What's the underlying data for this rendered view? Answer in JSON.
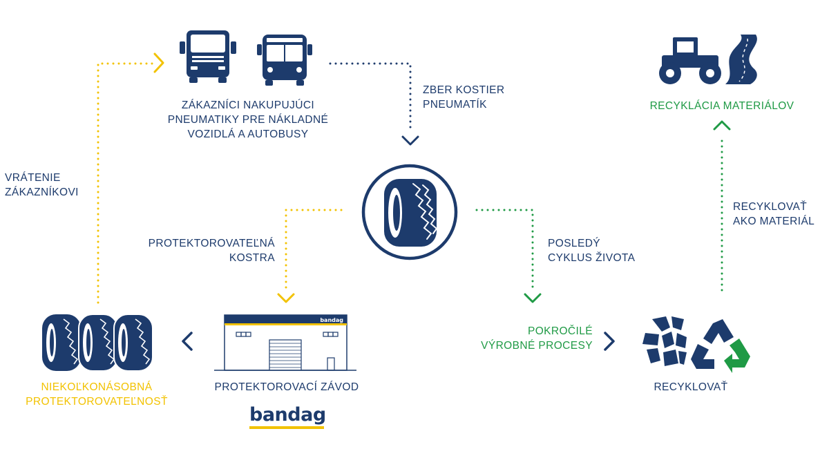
{
  "colors": {
    "navy": "#1d3b6c",
    "green": "#1f9a45",
    "yellow": "#f2c200"
  },
  "nodes": {
    "customers": {
      "line1": "ZÁKAZNÍCI NAKUPUJÚCI",
      "line2": "PNEUMATIKY PRE NÁKLADNÉ",
      "line3": "VOZIDLÁ A AUTOBUSY",
      "icons": [
        "truck-icon",
        "bus-icon"
      ]
    },
    "center_tire": {
      "icon": "tire-icon"
    },
    "multi_retread": {
      "line1": "NIEKOĽKONÁSOBNÁ",
      "line2": "PROTEKTOROVATEĽNOSŤ",
      "icon": "tire-stack-icon"
    },
    "retread_plant": {
      "label": "PROTEKTOROVACÍ ZÁVOD",
      "building_sign": "bandag",
      "brand_logo": "bandag"
    },
    "recycle": {
      "label": "RECYKLOVAŤ",
      "icons": [
        "shredded-tire-icon",
        "recycle-icon"
      ]
    },
    "material_recycling": {
      "label": "RECYKLÁCIA MATERIÁLOV",
      "icons": [
        "road-roller-icon",
        "road-icon"
      ]
    }
  },
  "edges": {
    "collection": {
      "line1": "ZBER KOSTIER",
      "line2": "PNEUMATÍK"
    },
    "return": {
      "line1": "VRÁTENIE",
      "line2": "ZÁKAZNÍKOVI"
    },
    "retreadable": {
      "line1": "PROTEKTOROVATEĽNÁ",
      "line2": "KOSTRA"
    },
    "last_cycle": {
      "line1": "POSLEDÝ",
      "line2": "CYKLUS ŽIVOTA"
    },
    "advanced": {
      "line1": "POKROČILÉ",
      "line2": "VÝROBNÉ PROCESY"
    },
    "as_material": {
      "line1": "RECYKLOVAŤ",
      "line2": "AKO MATERIÁL"
    }
  }
}
